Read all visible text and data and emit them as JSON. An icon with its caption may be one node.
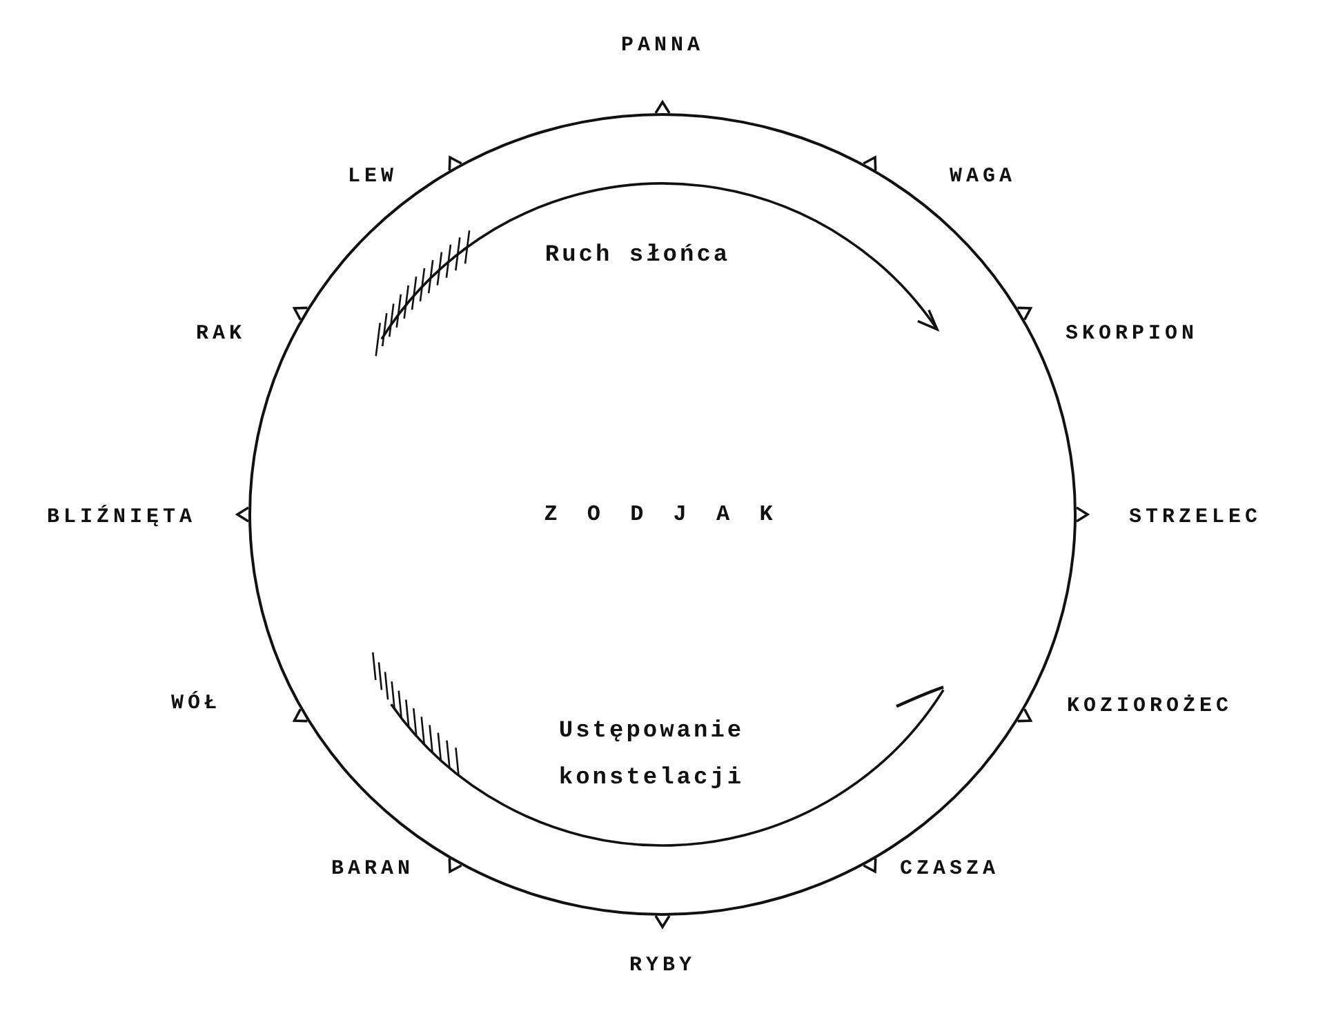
{
  "diagram": {
    "nodes": [
      {
        "text": [
          "Z O D J A K"
        ]
      }
    ],
    "labels": [
      "PANNA",
      "LEW",
      "WAGA",
      "Ruch słońca",
      "RAK",
      "SKORPION",
      "BLIŹNIĘTA",
      "STRZELEC",
      "WÓŁ",
      "Ustępowanie konstelacji",
      "KOZIOROŻEC",
      "BARAN",
      "CZASZA",
      "RYBY"
    ]
  }
}
